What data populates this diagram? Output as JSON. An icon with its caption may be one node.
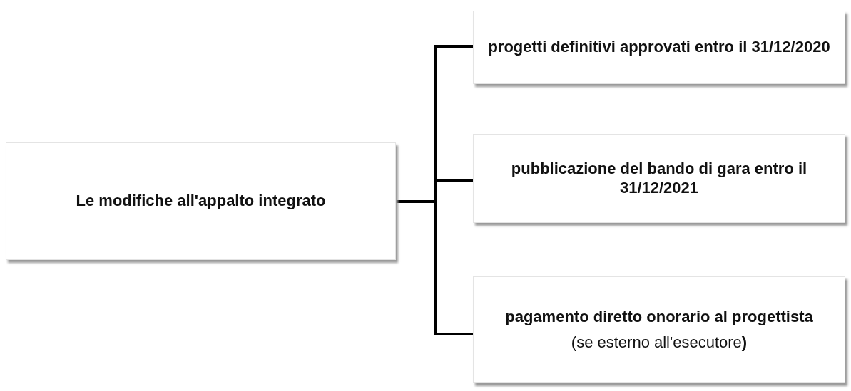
{
  "diagram": {
    "nodes": [
      {
        "text": [
          "Le modifiche all'appalto integrato"
        ]
      },
      {
        "text": [
          "progetti definitivi approvati entro il 31/12/2020"
        ]
      },
      {
        "text": [
          "pubblicazione del bando di gara entro il 31/12/2021"
        ]
      },
      {
        "text": [
          "pagamento diretto onorario al progettista",
          "(se esterno all'esecutore**)**"
        ]
      }
    ],
    "edges": [
      {
        "from": 0,
        "to": 1,
        "arrow": "none"
      },
      {
        "from": 0,
        "to": 2,
        "arrow": "none"
      },
      {
        "from": 0,
        "to": 3,
        "arrow": "none"
      }
    ]
  }
}
